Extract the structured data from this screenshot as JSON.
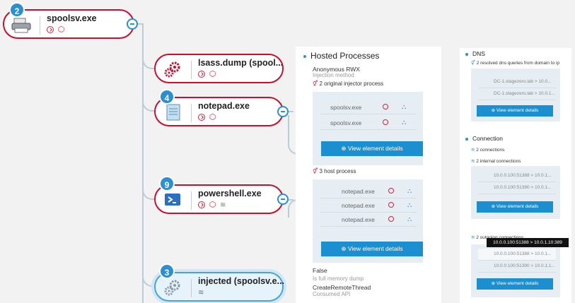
{
  "nodes": {
    "spoolsv": {
      "name": "spoolsv.exe",
      "count": "2"
    },
    "lsass": {
      "name": "lsass.dump (spool..."
    },
    "notepad": {
      "name": "notepad.exe",
      "count": "4"
    },
    "powershell": {
      "name": "powershell.exe",
      "count": "9"
    },
    "injected": {
      "name": "injected (spoolsv.e...",
      "count": "3"
    }
  },
  "hosted": {
    "title": "Hosted Processes",
    "type_value": "Anonymous RWX",
    "type_label": "Injection method",
    "injector_heading": "2 original injector process",
    "injector_rows": [
      "spoolsv.exe",
      "spoolsv.exe"
    ],
    "host_heading": "3 host process",
    "host_rows": [
      "notepad.exe",
      "notepad.exe",
      "notepad.exe"
    ],
    "view_button": "View element details",
    "full_dump_value": "False",
    "full_dump_label": "Is full memory dump",
    "api_value": "CreateRemoteThread",
    "api_label": "Consumed API"
  },
  "dns": {
    "title": "DNS",
    "queries": "2 resolved dns queries from domain to ip",
    "rows": [
      "DC-1.stagezero.lab > 10.0...",
      "DC-1.stagezero.lab > 10.0.1..."
    ],
    "view_button": "View element details"
  },
  "connection": {
    "title": "Connection",
    "count": "2 connections",
    "internal": "2 internal connections",
    "internal_rows": [
      "10.0.0.100:51388 > 10.0.1...",
      "10.0.0.100:51390 > 10.0.1..."
    ],
    "outgoing": "2 outgoing connections",
    "outgoing_rows": [
      "10.0.0.100:51388 > 10.0.1...",
      "10.0.0.100:51390 > 10.0.1.1..."
    ],
    "tooltip": "10.0.0.100:51388 > 10.0.1.10:389",
    "view_button": "View element details"
  }
}
